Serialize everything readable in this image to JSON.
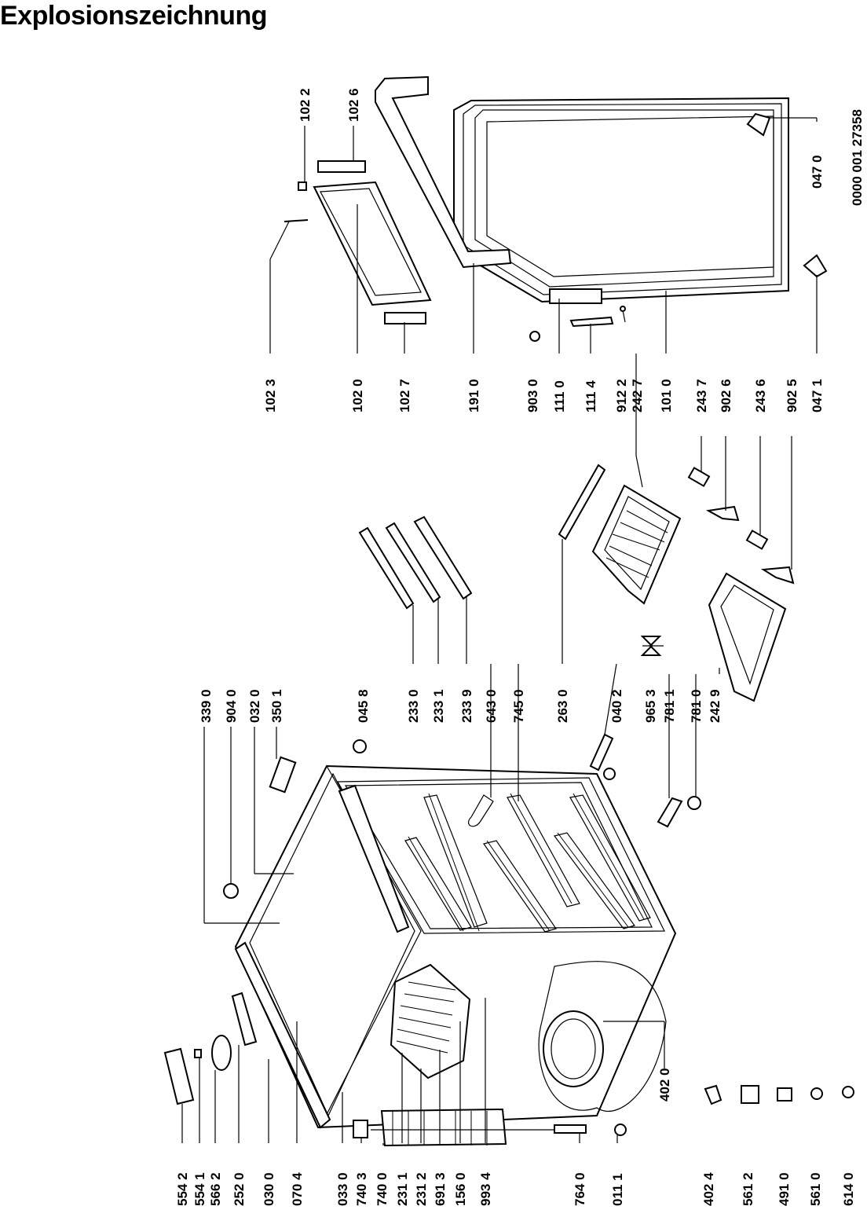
{
  "title": "Explosionszeichnung",
  "doc_number": "0000 001 27358",
  "labels_bottom": [
    "554 2",
    "554 1",
    "566 2",
    "252 0",
    "030 0",
    "070 4",
    "033 0",
    "740 3",
    "740 0",
    "231 1",
    "231 2",
    "691 3",
    "156 0",
    "993 4",
    "764 0",
    "011 1"
  ],
  "labels_accessories": [
    "402 4",
    "561 2",
    "491 0",
    "561 0",
    "614 0"
  ],
  "label_compressor": "402 0",
  "labels_middle": [
    "339 0",
    "904 0",
    "032 0",
    "350 1",
    "045 8",
    "233 0",
    "233 1",
    "233 9",
    "643 0",
    "745 0",
    "263 0",
    "040 2",
    "965 3",
    "781 1",
    "781 0",
    "242 9"
  ],
  "labels_top": [
    "102 3",
    "102 0",
    "102 7",
    "191 0",
    "903 0",
    "111 0",
    "111 4",
    "912 2",
    "242 7",
    "101 0",
    "243 7",
    "902 6",
    "243 6",
    "902 5",
    "047 1"
  ],
  "labels_upper": [
    "102 2",
    "102 6",
    "047 0"
  ]
}
